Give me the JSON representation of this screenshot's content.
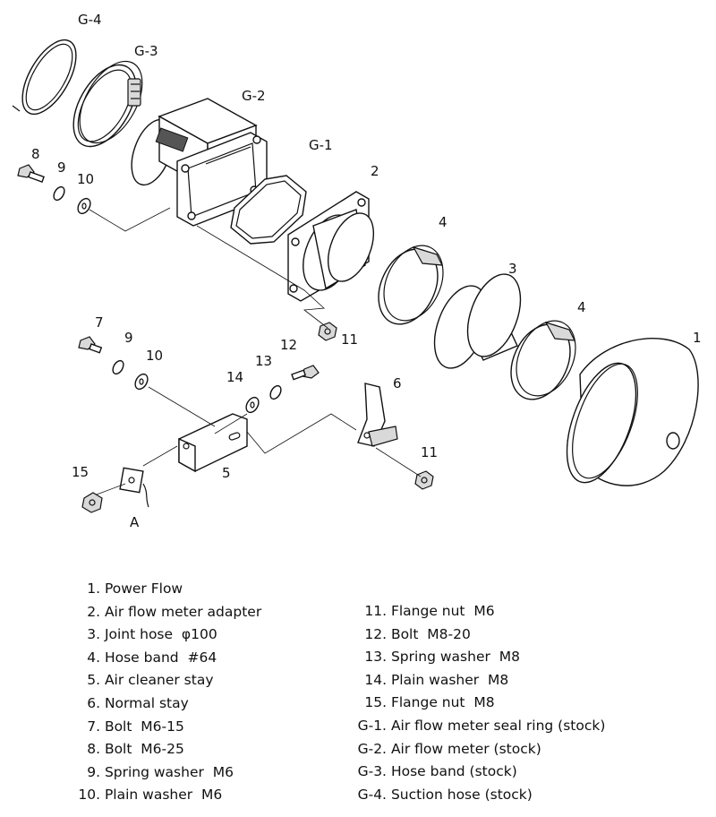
{
  "callouts": {
    "g4": "G-4",
    "g3": "G-3",
    "g2": "G-2",
    "g1": "G-1",
    "c1": "1",
    "c2": "2",
    "c3": "3",
    "c4a": "4",
    "c4b": "4",
    "c5": "5",
    "c6": "6",
    "c7": "7",
    "c8": "8",
    "c9a": "9",
    "c9b": "9",
    "c10a": "10",
    "c10b": "10",
    "c11a": "11",
    "c11b": "11",
    "c12": "12",
    "c13": "13",
    "c14": "14",
    "c15": "15",
    "detail_a": "A"
  },
  "legend_left": [
    {
      "no": "1.",
      "name": "Power Flow"
    },
    {
      "no": "2.",
      "name": "Air flow meter adapter"
    },
    {
      "no": "3.",
      "name": "Joint hose  φ100"
    },
    {
      "no": "4.",
      "name": "Hose band  #64"
    },
    {
      "no": "5.",
      "name": "Air cleaner stay"
    },
    {
      "no": "6.",
      "name": "Normal stay"
    },
    {
      "no": "7.",
      "name": "Bolt  M6-15"
    },
    {
      "no": "8.",
      "name": "Bolt  M6-25"
    },
    {
      "no": "9.",
      "name": "Spring washer  M6"
    },
    {
      "no": "10.",
      "name": "Plain washer  M6"
    }
  ],
  "legend_right": [
    {
      "no": "11.",
      "name": "Flange nut  M6"
    },
    {
      "no": "12.",
      "name": "Bolt  M8-20"
    },
    {
      "no": "13.",
      "name": "Spring washer  M8"
    },
    {
      "no": "14.",
      "name": "Plain washer  M8"
    },
    {
      "no": "15.",
      "name": "Flange nut  M8"
    },
    {
      "no": "G-1.",
      "name": "Air flow meter seal ring (stock)"
    },
    {
      "no": "G-2.",
      "name": "Air flow meter (stock)"
    },
    {
      "no": "G-3.",
      "name": "Hose band (stock)"
    },
    {
      "no": "G-4.",
      "name": "Suction hose (stock)"
    }
  ]
}
